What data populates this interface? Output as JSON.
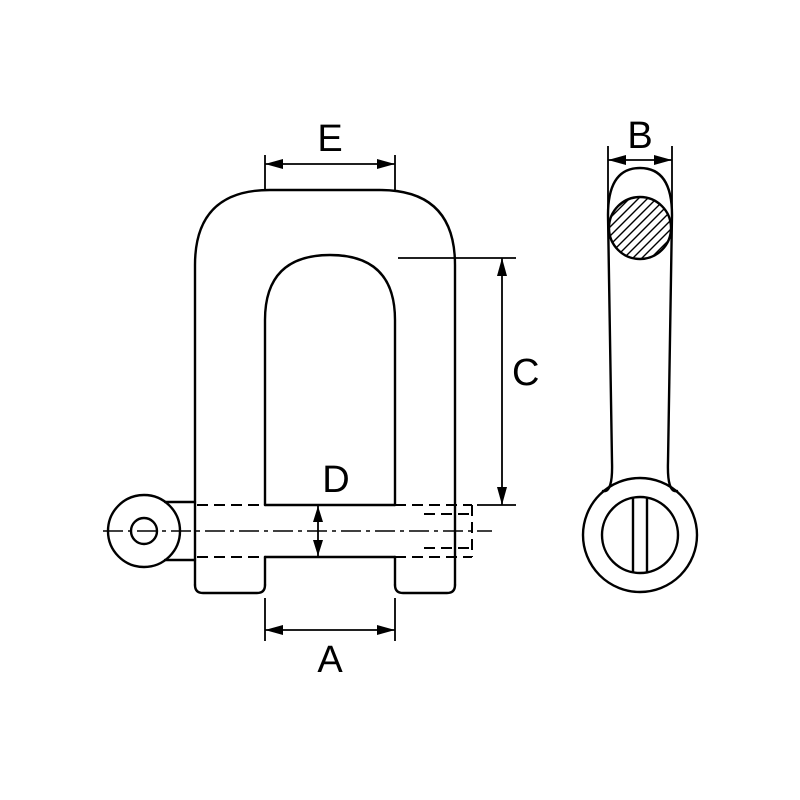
{
  "diagram": {
    "kind": "technical-line-drawing",
    "subject": "shackle-with-screw-pin-two-views",
    "colors": {
      "background": "#ffffff",
      "line": "#000000"
    },
    "labels": {
      "inner_width_top": "E",
      "inner_length": "C",
      "pin_diameter": "D",
      "inner_width_bottom": "A",
      "material_diameter": "B"
    }
  }
}
